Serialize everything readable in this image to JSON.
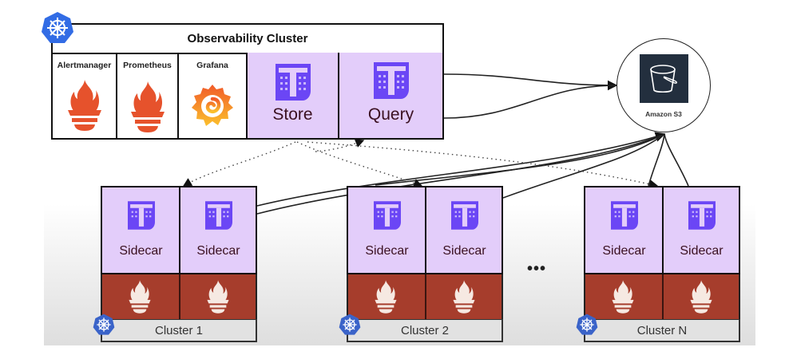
{
  "observability_cluster": {
    "title": "Observability Cluster",
    "components": [
      {
        "label": "Alertmanager",
        "icon": "prometheus-flame-icon"
      },
      {
        "label": "Prometheus",
        "icon": "prometheus-flame-icon"
      },
      {
        "label": "Grafana",
        "icon": "grafana-icon"
      },
      {
        "label": "Store",
        "icon": "thanos-icon"
      },
      {
        "label": "Query",
        "icon": "thanos-icon"
      }
    ]
  },
  "storage": {
    "label": "Amazon S3",
    "icon": "s3-bucket-icon"
  },
  "clusters": [
    {
      "name": "Cluster 1",
      "sidecars": [
        "Sidecar",
        "Sidecar"
      ]
    },
    {
      "name": "Cluster 2",
      "sidecars": [
        "Sidecar",
        "Sidecar"
      ]
    },
    {
      "name": "Cluster N",
      "sidecars": [
        "Sidecar",
        "Sidecar"
      ]
    }
  ],
  "ellipsis": "•••",
  "colors": {
    "thanos_purple": "#6b46f5",
    "component_bg": "#e3cdfa",
    "prometheus_orange": "#e6522c",
    "prometheus_red_bg": "#a63d2c",
    "k8s_blue": "#326ce5",
    "s3_dark": "#232f3e"
  }
}
